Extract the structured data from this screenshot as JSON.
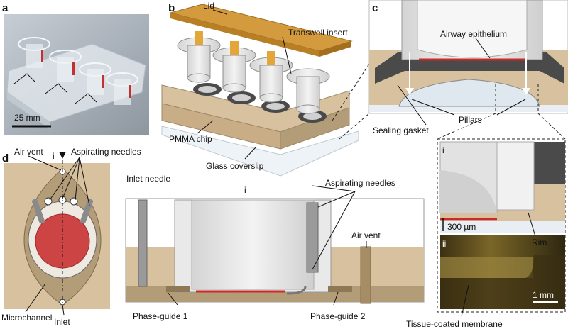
{
  "panels": {
    "a": "a",
    "b": "b",
    "c": "c",
    "d": "d",
    "d_i": "i",
    "section_i": "i",
    "inset_i": "i",
    "inset_ii": "ii"
  },
  "labels": {
    "scale_25mm": "25 mm",
    "lid": "Lid",
    "transwell_insert": "Transwell insert",
    "pmma_chip": "PMMA chip",
    "glass_coverslip": "Glass coverslip",
    "airway_epithelium": "Airway epithelium",
    "sealing_gasket": "Sealing gasket",
    "pillars": "Pillars",
    "air_vent_d": "Air vent",
    "aspirating_needles_d": "Aspirating needles",
    "microchannel": "Microchannel",
    "inlet": "Inlet",
    "inlet_needle": "Inlet needle",
    "aspirating_needles_section": "Aspirating needles",
    "air_vent_section": "Air vent",
    "phase_guide_1": "Phase-guide 1",
    "phase_guide_2": "Phase-guide 2",
    "scale_300um": "300 µm",
    "rim": "Rim",
    "scale_1mm": "1 mm",
    "tissue_membrane": "Tissue-coated membrane"
  },
  "colors": {
    "pmma": "#d8c19f",
    "pmma_dark": "#b39c78",
    "lid": "#d39a3e",
    "insert": "#e6e6e6",
    "gasket": "#4a4a4a",
    "tissue": "#cc2a2a",
    "gold": "#6b5a2a"
  }
}
